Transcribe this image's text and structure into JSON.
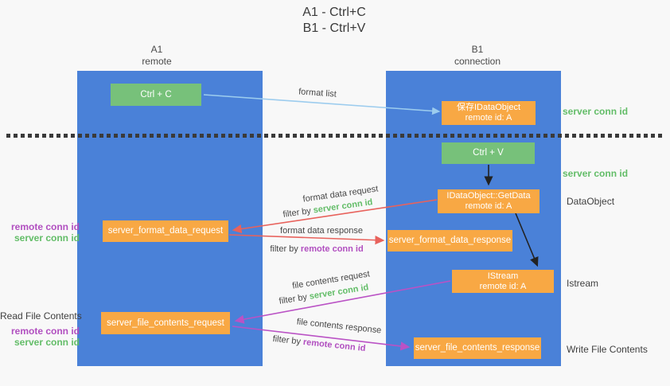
{
  "title": {
    "line1": "A1 - Ctrl+C",
    "line2": "B1 - Ctrl+V"
  },
  "columns": [
    {
      "label": "A1",
      "sublabel": "remote"
    },
    {
      "label": "B1",
      "sublabel": "connection"
    }
  ],
  "boxes": {
    "ctrl_c": {
      "label": "Ctrl + C"
    },
    "save_idataobject": {
      "line1": "保存IDataObject",
      "line2": "remote id: A"
    },
    "ctrl_v": {
      "label": "Ctrl + V"
    },
    "getdata": {
      "line1": "IDataObject::GetData",
      "line2": "remote id: A"
    },
    "format_request": {
      "label": "server_format_data_request"
    },
    "format_response": {
      "label": "server_format_data_response"
    },
    "istream": {
      "line1": "IStream",
      "line2": "remote id: A"
    },
    "file_request": {
      "label": "server_file_contents_request"
    },
    "file_response": {
      "label": "server_file_contents_response"
    }
  },
  "arrow_labels": {
    "format_list": "format list",
    "format_data_request": "format data request",
    "format_data_response": "format data response",
    "file_contents_request": "file contents request",
    "file_contents_response": "file contents response",
    "filter_by": "filter by ",
    "server_conn_id": "server conn id",
    "remote_conn_id": "remote conn id"
  },
  "annotations": {
    "server_conn_id_top": "server conn id",
    "server_conn_id_mid": "server conn id",
    "dataobject": "DataObject",
    "istream": "Istream",
    "read_file_contents": "Read File Contents",
    "write_file_contents": "Write File Contents",
    "remote_conn_id": "remote conn id",
    "server_conn_id": "server conn id"
  },
  "colors": {
    "column_blue": "#4a81d8",
    "box_green": "#77c17a",
    "box_orange": "#f8a844",
    "arrow_light_blue": "#9cccee",
    "arrow_red": "#e8625c",
    "arrow_purple": "#ba52c5",
    "arrow_black": "#222222",
    "text_green": "#63bd68",
    "text_purple": "#b14fc0",
    "text_dark": "#3f3f3f",
    "background": "#f7f7f7"
  }
}
